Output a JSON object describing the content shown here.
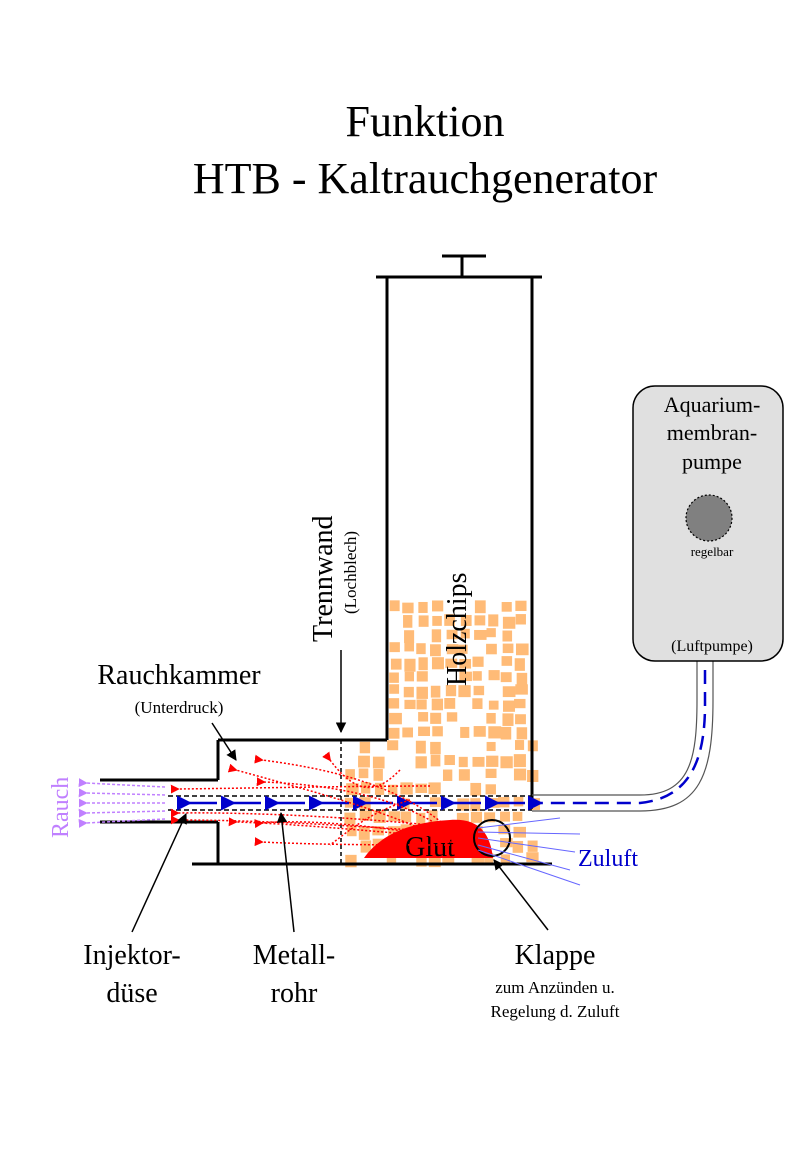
{
  "title": {
    "line1": "Funktion",
    "line2": "HTB - Kaltrauchgenerator"
  },
  "labels": {
    "rauchkammer": "Rauchkammer",
    "rauchkammer_sub": "(Unterdruck)",
    "trennwand": "Trennwand",
    "trennwand_sub": "(Lochblech)",
    "holzchips": "Holzchips",
    "rauch": "Rauch",
    "glut": "Glut",
    "zuluft": "Zuluft",
    "injektor_1": "Injektor-",
    "injektor_2": "düse",
    "metall_1": "Metall-",
    "metall_2": "rohr",
    "klappe": "Klappe",
    "klappe_sub1": "zum Anzünden u.",
    "klappe_sub2": "Regelung d. Zuluft"
  },
  "pump": {
    "line1": "Aquarium-",
    "line2": "membran-",
    "line3": "pumpe",
    "knob_label": "regelbar",
    "bottom_label": "(Luftpumpe)"
  },
  "colors": {
    "line": "#000000",
    "air": "#0000cc",
    "smoke_out": "#c080ff",
    "smoke_flow": "#ff0000",
    "chips": "#ffbb77",
    "glut": "#ff0000",
    "pump_body": "#e0e0e0",
    "pump_knob": "#808080",
    "zuluft_rays": "#6666ff"
  }
}
